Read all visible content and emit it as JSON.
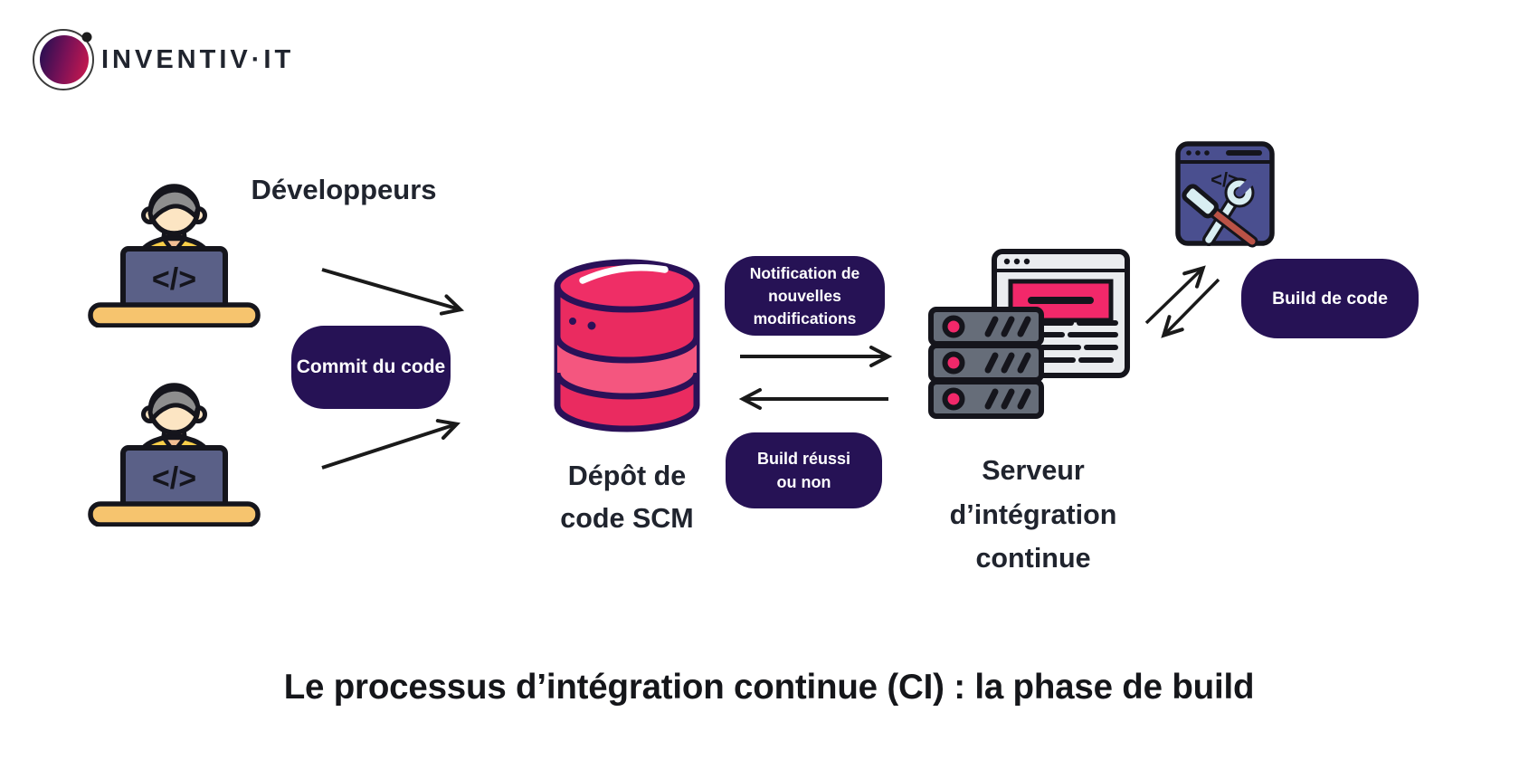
{
  "logo": {
    "brand": "INVENTIV·IT"
  },
  "labels": {
    "developers": "Développeurs",
    "scm_line1": "Dépôt de",
    "scm_line2": "code SCM",
    "server_line1": "Serveur",
    "server_line2": "d’intégration",
    "server_line3": "continue"
  },
  "badges": {
    "commit": "Commit du code",
    "notification_line1": "Notification de",
    "notification_line2": "nouvelles",
    "notification_line3": "modifications",
    "build_result_line1": "Build réussi",
    "build_result_line2": "ou non",
    "build_code": "Build de code"
  },
  "icons": {
    "code_symbol": "</>"
  },
  "title": {
    "text": "Le processus d’intégration continue (CI) : la phase de build"
  },
  "colors": {
    "badge_bg": "#261255",
    "badge_text": "#FFFFFF",
    "db_pink": "#EA2B60",
    "db_pink_light": "#F4567F",
    "db_top_pink": "#EF2E66",
    "db_outline": "#2A1158",
    "accent_pink": "#F2286A",
    "indigo_window": "#4A4F8F",
    "server_gray": "#666D79",
    "browser_gray": "#EAECEF",
    "laptop_slate": "#5A6087",
    "shirt_yellow": "#F8CE49",
    "desk_tan": "#F6C46E",
    "skin_tan": "#FCE5C3",
    "hair_gray": "#8E8E8E",
    "tool_blue": "#D9EEF2",
    "tool_handle_red": "#BA5246",
    "arrow_black": "#1A1A1A",
    "text_dark": "#20242E",
    "logo_gradient_start": "#2B0F52",
    "logo_gradient_end": "#C4184F"
  }
}
